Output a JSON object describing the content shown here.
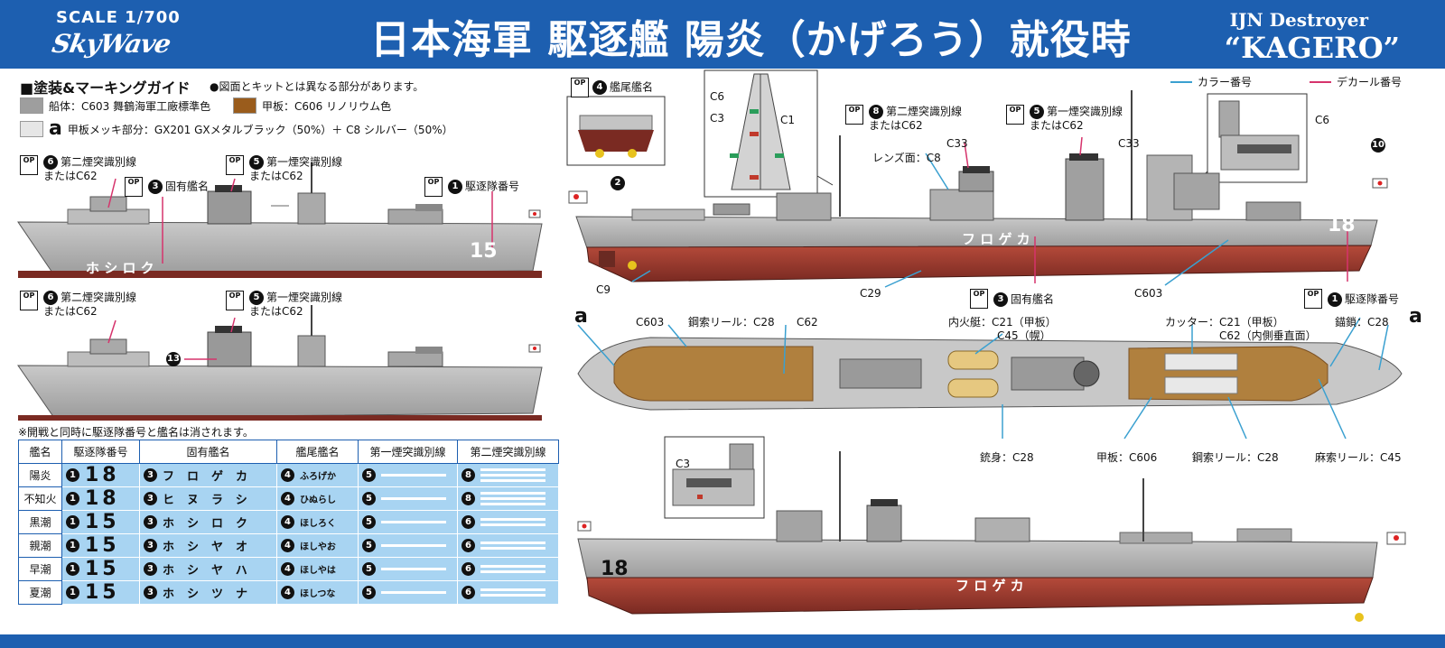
{
  "header": {
    "scale": "SCALE 1/700",
    "brand": "SkyWave",
    "title": "日本海軍 駆逐艦 陽炎（かげろう）就役時",
    "en_sub": "IJN Destroyer",
    "en_name": "“KAGERO”"
  },
  "legend": {
    "title": "■塗装&マーキングガイド",
    "note": "●図面とキットとは異なる部分があります。",
    "hull": {
      "color": "#9e9e9e",
      "label": "船体：C603 舞鶴海軍工廠標準色"
    },
    "deck": {
      "color": "#9a5c1c",
      "label": "甲板：C606 リノリウム色"
    },
    "metal": {
      "mark": "a",
      "label": "甲板メッキ部分：GX201 GXメタルブラック（50%）＋ C8 シルバー（50%）"
    },
    "color_no": "カラー番号",
    "decal_no": "デカール番号",
    "color_line": "#3aa0d0",
    "decal_line": "#d6336c"
  },
  "labels": {
    "op": "OP",
    "n1": "1",
    "n2": "2",
    "n3": "3",
    "n4": "4",
    "n5": "5",
    "n6": "6",
    "n8": "8",
    "n10": "10",
    "n13": "13",
    "division": "駆逐隊番号",
    "ship_name": "固有艦名",
    "stern_name": "艦尾艦名",
    "second_stack": "第二煙突識別線",
    "first_stack": "第一煙突識別線",
    "or_c62": "またはC62",
    "lens": "レンズ面：C8",
    "c33": "C33",
    "c6": "C6",
    "c3": "C3",
    "c1": "C1",
    "c9": "C9",
    "c29": "C29",
    "c603": "C603",
    "c62": "C62",
    "wire_reel_c28": "鋼索リール：C28",
    "motor_boat": "内火艇：C21（甲板）",
    "motor_boat2": "C45（幌）",
    "cutter": "カッター：C21（甲板）",
    "cutter2": "C62（内側垂直面）",
    "anchor_chain": "錨鎖：C28",
    "barrel": "銃身：C28",
    "deck_c606": "甲板：C606",
    "wire_reel2": "鋼索リール：C28",
    "hemp_reel": "麻索リール：C45",
    "a_mark": "a",
    "hull_text_1": "ホ シ ロ ク",
    "hull_num_1": "15",
    "hull_text_2": "フ ロ ゲ カ",
    "hull_num_2": "18"
  },
  "table": {
    "note": "※開戦と同時に駆逐隊番号と艦名は消されます。",
    "headers": [
      "艦名",
      "駆逐隊番号",
      "固有艦名",
      "艦尾艦名",
      "第一煙突識別線",
      "第二煙突識別線"
    ],
    "rows": [
      {
        "name": "陽炎",
        "div_mark": "1",
        "div": "18",
        "kana_mark": "3",
        "kana": "フロゲカ",
        "stern_mark": "4",
        "stern": "ふろげか",
        "first_mark": "5",
        "first_lines": 1,
        "second_mark": "8",
        "second_lines": 3
      },
      {
        "name": "不知火",
        "div_mark": "1",
        "div": "18",
        "kana_mark": "3",
        "kana": "ヒヌラシ",
        "stern_mark": "4",
        "stern": "ひぬらし",
        "first_mark": "5",
        "first_lines": 1,
        "second_mark": "8",
        "second_lines": 3
      },
      {
        "name": "黒潮",
        "div_mark": "1",
        "div": "15",
        "kana_mark": "3",
        "kana": "ホシロク",
        "stern_mark": "4",
        "stern": "ほしろく",
        "first_mark": "5",
        "first_lines": 1,
        "second_mark": "6",
        "second_lines": 2
      },
      {
        "name": "親潮",
        "div_mark": "1",
        "div": "15",
        "kana_mark": "3",
        "kana": "ホシヤオ",
        "stern_mark": "4",
        "stern": "ほしやお",
        "first_mark": "5",
        "first_lines": 1,
        "second_mark": "6",
        "second_lines": 2
      },
      {
        "name": "早潮",
        "div_mark": "1",
        "div": "15",
        "kana_mark": "3",
        "kana": "ホシヤハ",
        "stern_mark": "4",
        "stern": "ほしやは",
        "first_mark": "5",
        "first_lines": 1,
        "second_mark": "6",
        "second_lines": 2
      },
      {
        "name": "夏潮",
        "div_mark": "1",
        "div": "15",
        "kana_mark": "3",
        "kana": "ホシツナ",
        "stern_mark": "4",
        "stern": "ほしつな",
        "first_mark": "5",
        "first_lines": 1,
        "second_mark": "6",
        "second_lines": 2
      }
    ]
  }
}
